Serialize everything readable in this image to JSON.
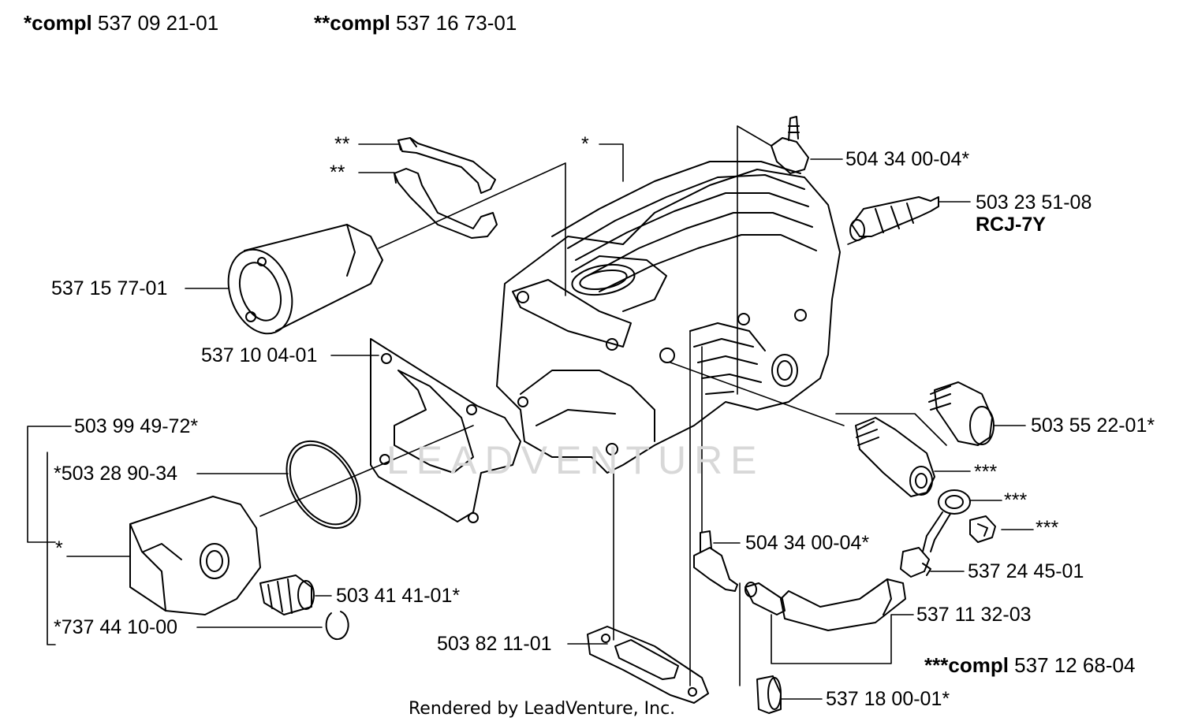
{
  "header": {
    "compl1": {
      "prefix": "*compl",
      "number": "537 09 21-01"
    },
    "compl2": {
      "prefix": "**compl",
      "number": "537 16 73-01"
    },
    "compl3": {
      "prefix": "***compl",
      "number": "537 12 68-04"
    }
  },
  "parts": {
    "star2_a": "**",
    "star2_b": "**",
    "star1_cyl": "*",
    "p504_top": "504 34 00-04*",
    "p503_plug": "503 23 51-08",
    "plug_type": "RCJ-7Y",
    "p537_intake": "537 15 77-01",
    "p537_gasket": "537 10 04-01",
    "p503_screw": "503 55 22-01*",
    "p503_piston": "503 99 49-72*",
    "p503_ring": "*503 28 90-34",
    "star3_a": "***",
    "star3_b": "***",
    "star3_c": "***",
    "star1_piston": "*",
    "p504_mid": "504 34 00-04*",
    "p537_clamp": "537 24 45-01",
    "p503_bearing": "503 41 41-01*",
    "p537_hose": "537 11 32-03",
    "p737_pin": "*737 44 10-00",
    "p503_gasket2": "503 82 11-01",
    "p537_plug2": "537 18 00-01*"
  },
  "watermark": "LEADVENTURE",
  "footer": "Rendered by LeadVenture, Inc."
}
